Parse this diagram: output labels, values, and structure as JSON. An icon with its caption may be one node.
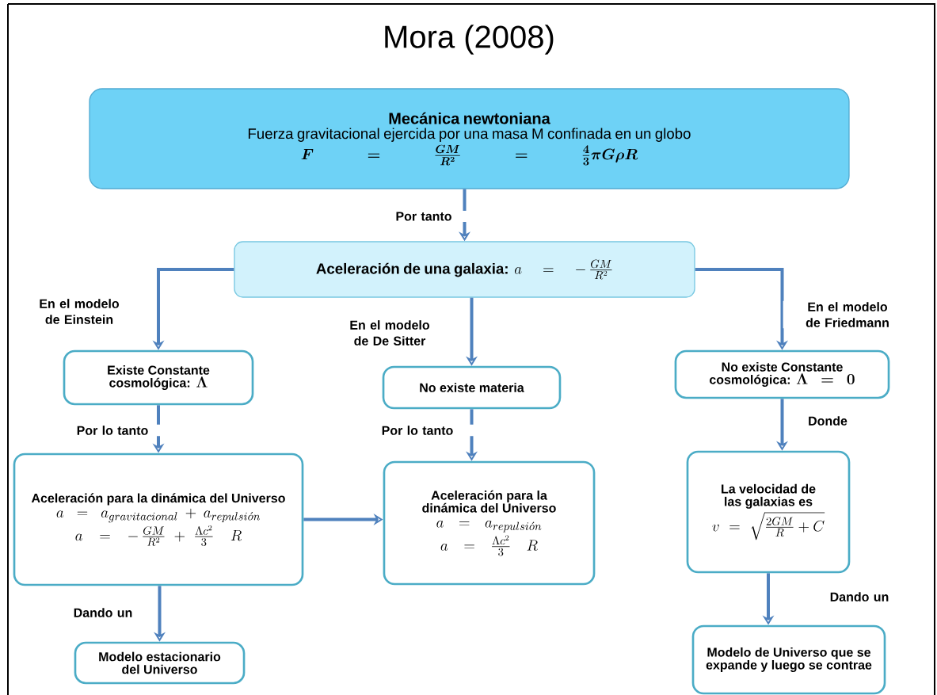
{
  "diagram": {
    "title": "Mora (2008)",
    "nodes": [
      {
        "text": [
          "Mecánica newtoniana",
          "Fuerza gravitacional ejercida por una masa M confinada en un globo",
          "F=\\frac{GM}{R^2}=\\frac{4}{3}\\pi G\\rho R"
        ]
      },
      {
        "text": [
          "Aceleración de una galaxia:",
          "a=-\\,\\frac{GM}{R^2}"
        ]
      },
      {
        "text": [
          "Existe Constante cosmológica:",
          "\\Lambda"
        ]
      },
      {
        "text": [
          "No existe materia"
        ]
      },
      {
        "text": [
          "No existe Constante cosmológica:",
          "\\Lambda=0"
        ]
      },
      {
        "text": [
          "Aceleración para la dinámica del Universo",
          "a=a_{gravitacional}+a_{repulsi\\acute{o}n}",
          "a=-\\,\\frac{GM}{R^2}+\\frac{\\Lambda c^2}{3}\\;R"
        ]
      },
      {
        "text": [
          "Aceleración para la dinámica del Universo",
          "a=a_{repulsi\\acute{o}n}",
          "a=\\frac{\\Lambda c^2}{3}\\;R"
        ]
      },
      {
        "text": [
          "La velocidad de las galaxias es",
          "v=\\sqrt{\\frac{2GM}{R}+C}"
        ]
      },
      {
        "text": [
          "Modelo estacionario del Universo"
        ]
      },
      {
        "text": [
          "Modelo de Universo que se expande y luego se contrae"
        ]
      }
    ],
    "edges": [
      {
        "from": 0,
        "to": 1,
        "arrow": "to",
        "label": "Por tanto"
      },
      {
        "from": 1,
        "to": 2,
        "arrow": "to",
        "label": "En el modelo de Einstein"
      },
      {
        "from": 1,
        "to": 3,
        "arrow": "to",
        "label": "En el modelo de De Sitter"
      },
      {
        "from": 1,
        "to": 4,
        "arrow": "to",
        "label": "En el modelo de Friedmann"
      },
      {
        "from": 2,
        "to": 5,
        "arrow": "to",
        "label": "Por lo tanto"
      },
      {
        "from": 3,
        "to": 6,
        "arrow": "to",
        "label": "Por lo tanto"
      },
      {
        "from": 4,
        "to": 7,
        "arrow": "to",
        "label": "Donde"
      },
      {
        "from": 5,
        "to": 6,
        "arrow": "to"
      },
      {
        "from": 5,
        "to": 8,
        "arrow": "to",
        "label": "Dando un"
      },
      {
        "from": 7,
        "to": 9,
        "arrow": "to",
        "label": "Dando un"
      }
    ]
  }
}
